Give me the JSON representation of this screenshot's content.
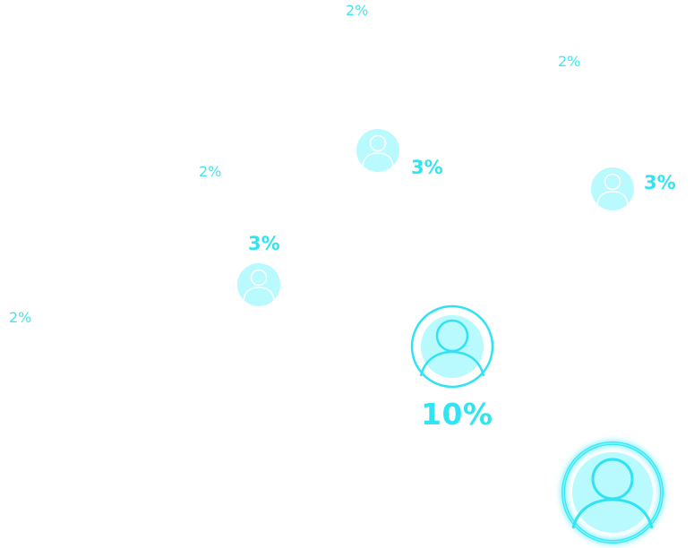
{
  "colors": {
    "accent": "#32e4f2",
    "avatar_fill": "#b8fafd",
    "avatar_stroke": "#2fe3f3"
  },
  "labels": {
    "top": "2%",
    "top_right": "2%",
    "left_upper": "2%",
    "left_lower": "2%",
    "center_avatar": "3%",
    "right_avatar": "3%",
    "left_avatar": "3%",
    "main": "10%"
  },
  "avatars": [
    {
      "icon": "user-icon",
      "percent": 3
    },
    {
      "icon": "user-icon",
      "percent": 3
    },
    {
      "icon": "user-icon",
      "percent": 3
    },
    {
      "icon": "user-icon",
      "percent": 10
    },
    {
      "icon": "user-icon",
      "percent": null,
      "style": "glowing"
    }
  ]
}
